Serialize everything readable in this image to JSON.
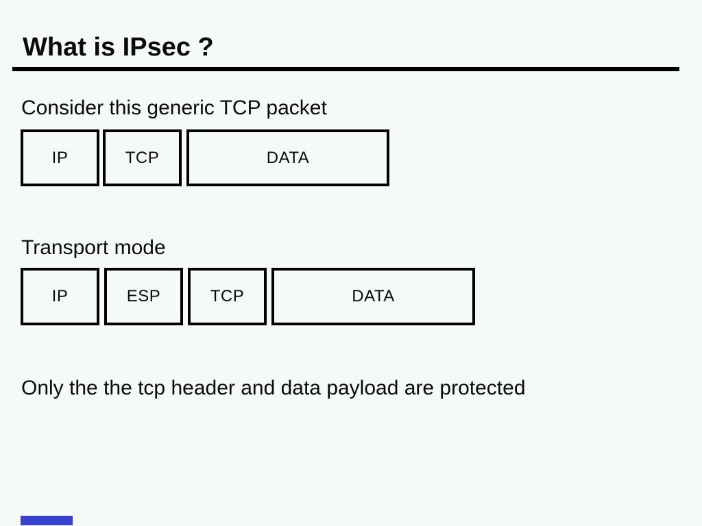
{
  "title": "What is IPsec ?",
  "captions": {
    "intro": "Consider this generic TCP packet",
    "mode": "Transport mode",
    "note": "Only the the tcp header and data payload are protected"
  },
  "packets": [
    {
      "name": "generic-tcp-packet",
      "segments": [
        {
          "label": "IP"
        },
        {
          "label": "TCP"
        },
        {
          "label": "DATA"
        }
      ]
    },
    {
      "name": "transport-mode-packet",
      "segments": [
        {
          "label": "IP"
        },
        {
          "label": "ESP"
        },
        {
          "label": "TCP"
        },
        {
          "label": "DATA"
        }
      ]
    }
  ],
  "colors": {
    "background": "#f5faf6",
    "text": "#0a0a0a",
    "rule": "#000000",
    "border": "#000000",
    "nav_marker": "#3742c8"
  }
}
